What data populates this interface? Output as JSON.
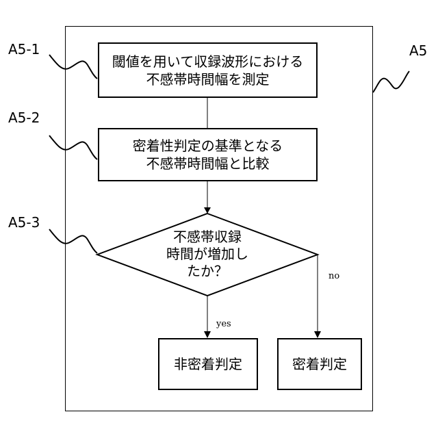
{
  "refs": {
    "a5": "A5",
    "a5_1": "A5-1",
    "a5_2": "A5-2",
    "a5_3": "A5-3"
  },
  "steps": {
    "step1": {
      "line1": "閾値を用いて収録波形における",
      "line2": "不感帯時間幅を測定"
    },
    "step2": {
      "line1": "密着性判定の基準となる",
      "line2": "不感帯時間幅と比較"
    },
    "decision": {
      "line1": "不感帯収録",
      "line2": "時間が増加し",
      "line3": "たか？"
    },
    "outcome_yes": "非密着判定",
    "outcome_no": "密着判定"
  },
  "branches": {
    "yes": "yes",
    "no": "no"
  }
}
